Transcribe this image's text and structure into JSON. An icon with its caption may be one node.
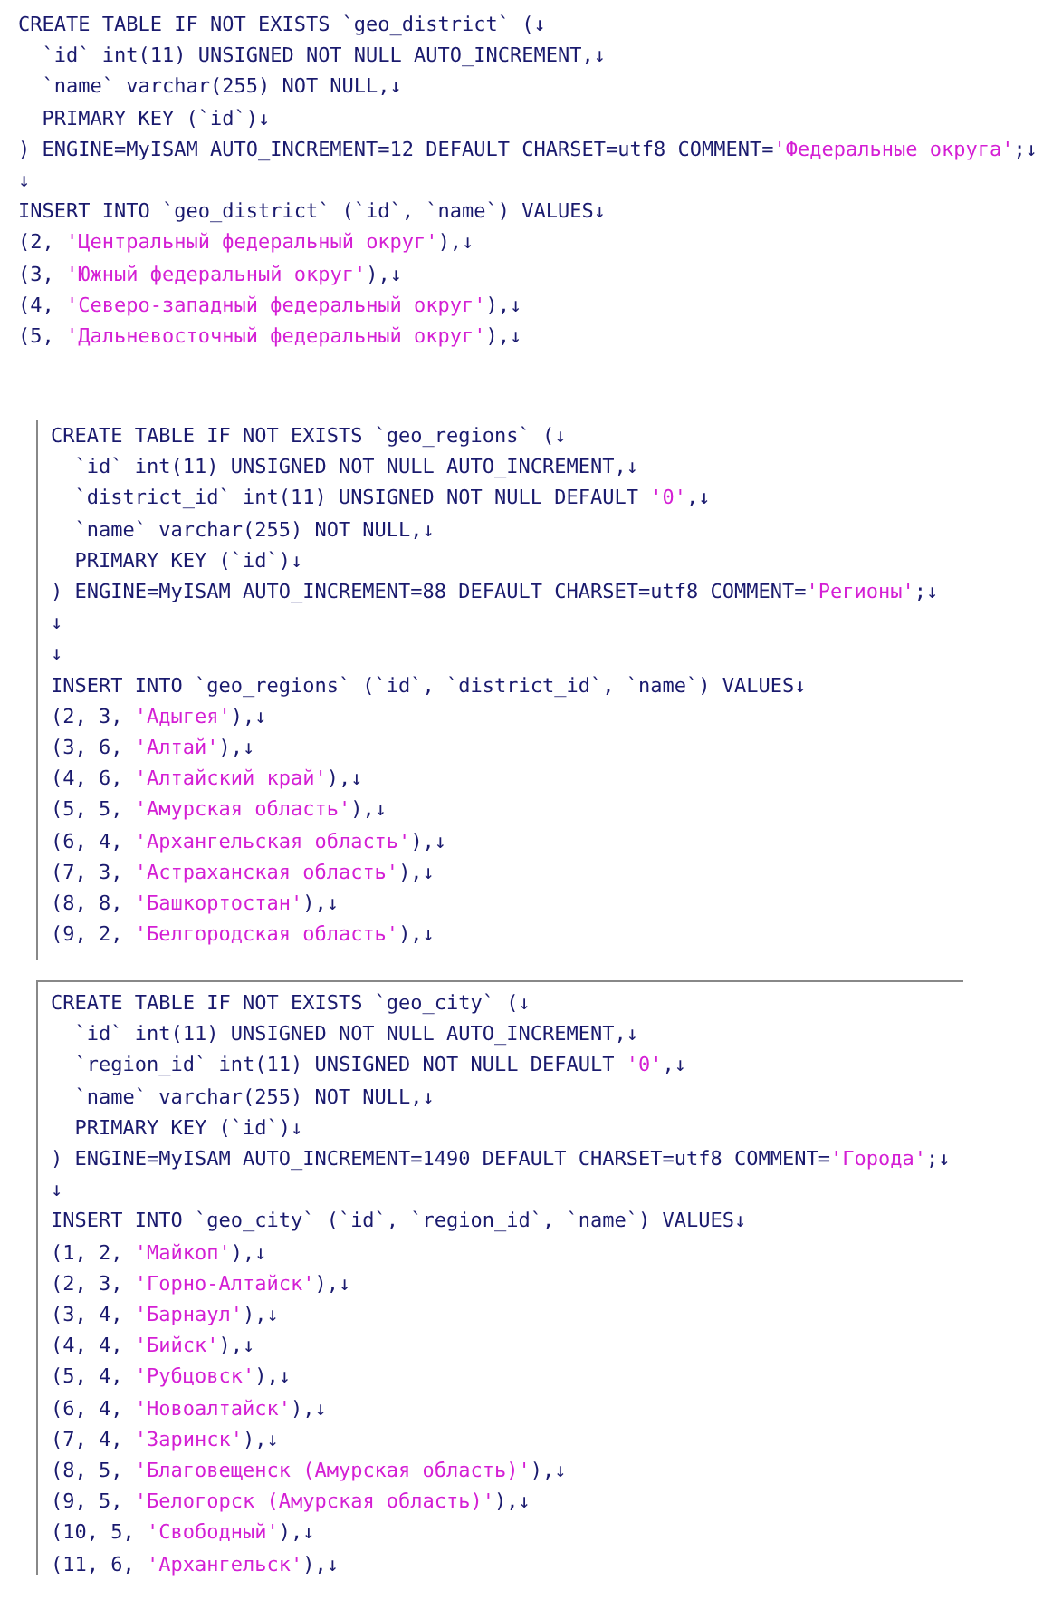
{
  "diagram": {
    "nodes": [
      {
        "text": [
          "CREATE TABLE IF NOT EXISTS `geo_district` (↓",
          "  `id` int(11) UNSIGNED NOT NULL AUTO_INCREMENT,↓",
          "  `name` varchar(255) NOT NULL,↓",
          "  PRIMARY KEY (`id`)↓",
          ") ENGINE=MyISAM AUTO_INCREMENT=12 DEFAULT CHARSET=utf8 COMMENT='Федеральные округа';↓",
          "↓",
          "INSERT INTO `geo_district` (`id`, `name`) VALUES↓",
          "(2, 'Центральный федеральный округ'),↓",
          "(3, 'Южный федеральный округ'),↓",
          "(4, 'Северо-западный федеральный округ'),↓",
          "(5, 'Дальневосточный федеральный округ'),↓"
        ]
      },
      {
        "text": [
          "CREATE TABLE IF NOT EXISTS `geo_regions` (↓",
          "  `id` int(11) UNSIGNED NOT NULL AUTO_INCREMENT,↓",
          "  `district_id` int(11) UNSIGNED NOT NULL DEFAULT '0',↓",
          "  `name` varchar(255) NOT NULL,↓",
          "  PRIMARY KEY (`id`)↓",
          ") ENGINE=MyISAM AUTO_INCREMENT=88 DEFAULT CHARSET=utf8 COMMENT='Регионы';↓",
          "↓",
          "↓",
          "INSERT INTO `geo_regions` (`id`, `district_id`, `name`) VALUES↓",
          "(2, 3, 'Адыгея'),↓",
          "(3, 6, 'Алтай'),↓",
          "(4, 6, 'Алтайский край'),↓",
          "(5, 5, 'Амурская область'),↓",
          "(6, 4, 'Архангельская область'),↓",
          "(7, 3, 'Астраханская область'),↓",
          "(8, 8, 'Башкортостан'),↓",
          "(9, 2, 'Белгородская область'),↓"
        ]
      },
      {
        "text": [
          "CREATE TABLE IF NOT EXISTS `geo_city` (↓",
          "  `id` int(11) UNSIGNED NOT NULL AUTO_INCREMENT,↓",
          "  `region_id` int(11) UNSIGNED NOT NULL DEFAULT '0',↓",
          "  `name` varchar(255) NOT NULL,↓",
          "  PRIMARY KEY (`id`)↓",
          ") ENGINE=MyISAM AUTO_INCREMENT=1490 DEFAULT CHARSET=utf8 COMMENT='Города';↓",
          "↓",
          "INSERT INTO `geo_city` (`id`, `region_id`, `name`) VALUES↓",
          "(1, 2, 'Майкоп'),↓",
          "(2, 3, 'Горно-Алтайск'),↓",
          "(3, 4, 'Барнаул'),↓",
          "(4, 4, 'Бийск'),↓",
          "(5, 4, 'Рубцовск'),↓",
          "(6, 4, 'Новоалтайск'),↓",
          "(7, 4, 'Заринск'),↓",
          "(8, 5, 'Благовещенск (Амурская область)'),↓",
          "(9, 5, 'Белогорск (Амурская область)'),↓",
          "(10, 5, 'Свободный'),↓",
          "(11, 6, 'Архангельск'),↓"
        ]
      }
    ]
  }
}
